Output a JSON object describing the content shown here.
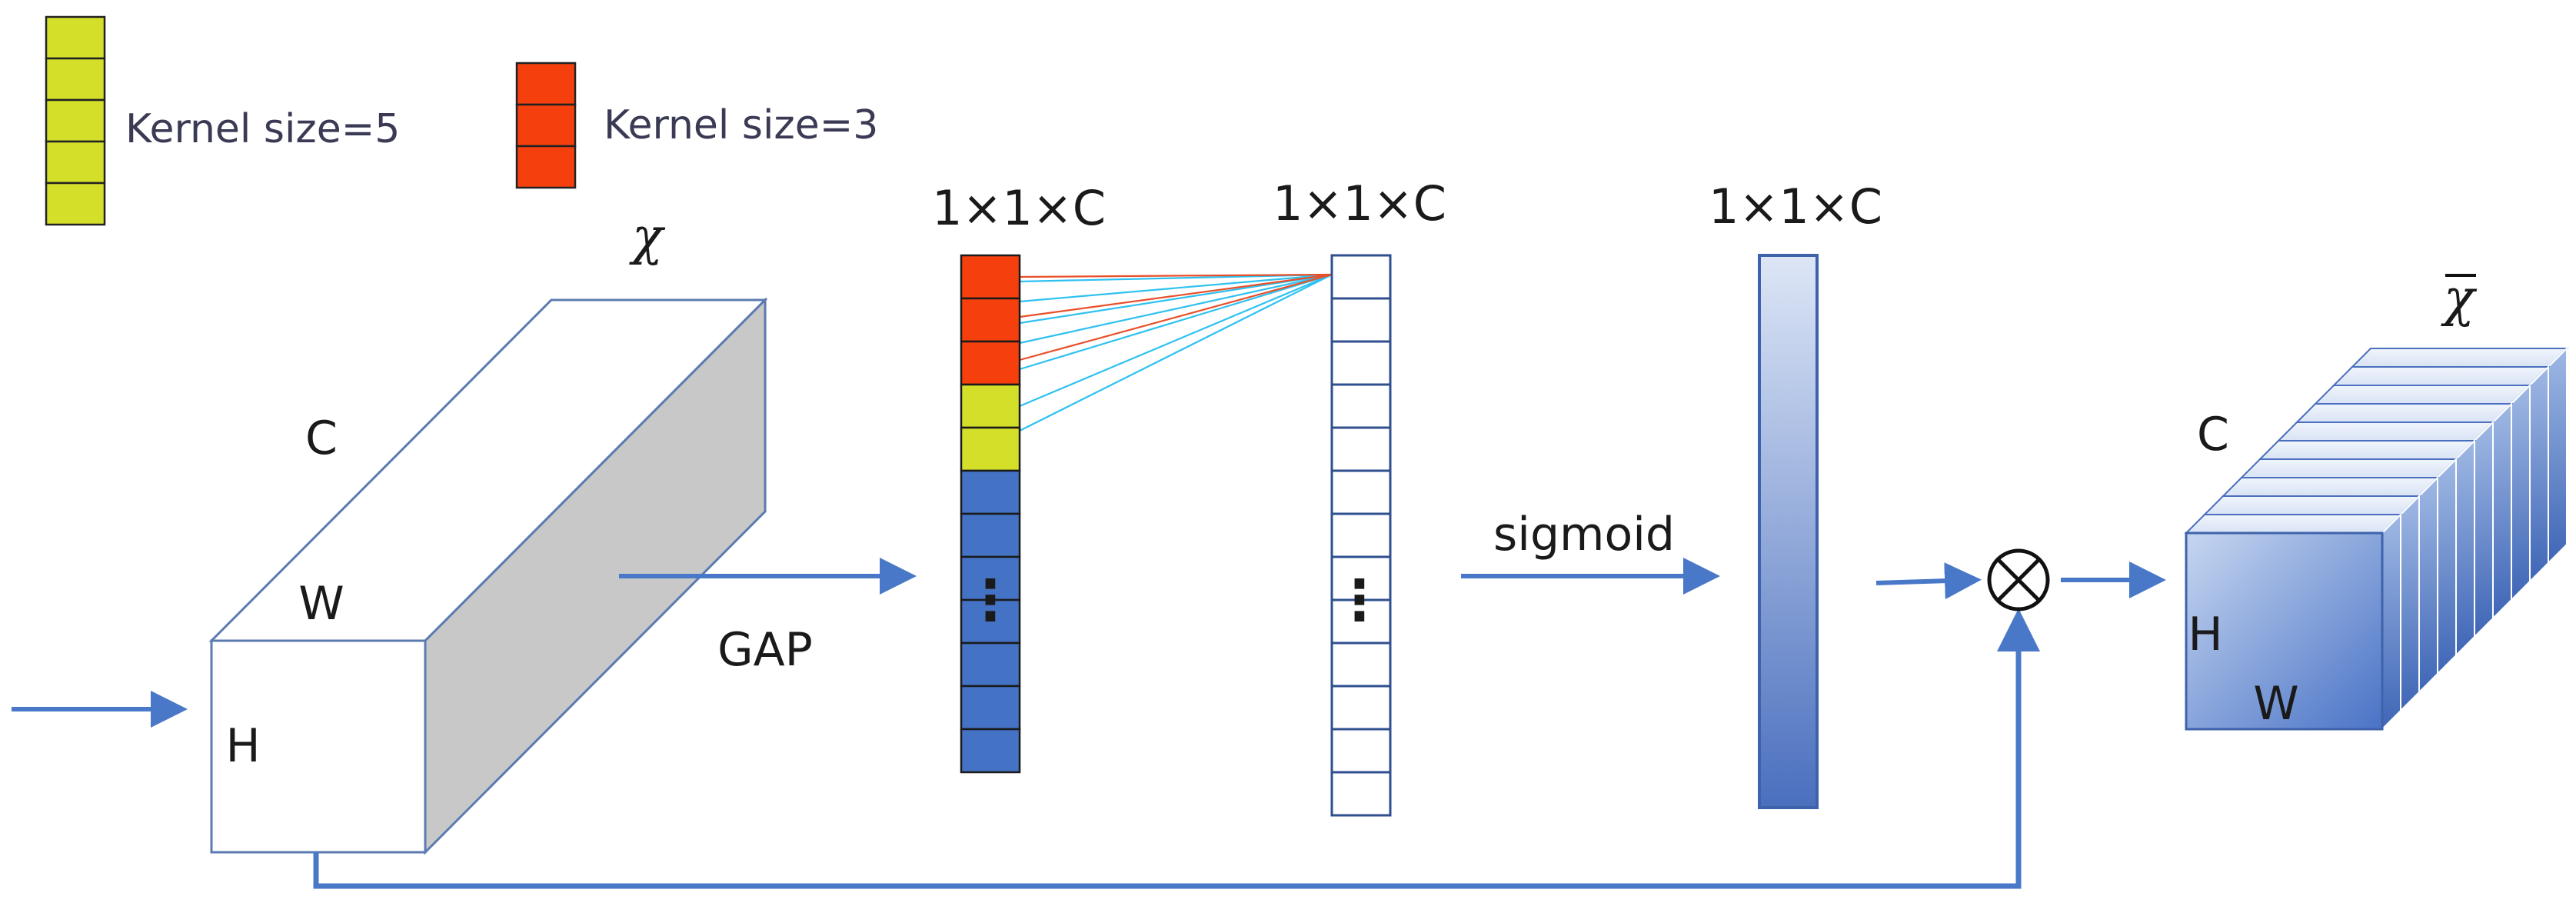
{
  "legend": {
    "kernel5_label": "Kernel size=5",
    "kernel3_label": "Kernel size=3"
  },
  "input_tensor": {
    "symbol": "χ",
    "channel_label": "C",
    "width_label": "W",
    "height_label": "H"
  },
  "operations": {
    "gap_label": "GAP",
    "sigmoid_label": "sigmoid",
    "multiply_symbol": "⊗"
  },
  "vectors": {
    "gap_output_dim": "1×1×C",
    "conv_output_dim": "1×1×C",
    "sigmoid_output_dim": "1×1×C",
    "ellipsis": "⋮"
  },
  "output_tensor": {
    "symbol": "χ",
    "channel_label": "C",
    "height_label": "H",
    "width_label": "W"
  },
  "colors": {
    "kernel5": "#d4df2a",
    "kernel3": "#f5400e",
    "channel_blue": "#4472c4",
    "arrow": "#4a78c8",
    "line_blue": "#2ec1f0",
    "line_red": "#e8502a",
    "cuboid_side": "#c8c8c8",
    "cuboid_edge": "#5b7bb0"
  }
}
